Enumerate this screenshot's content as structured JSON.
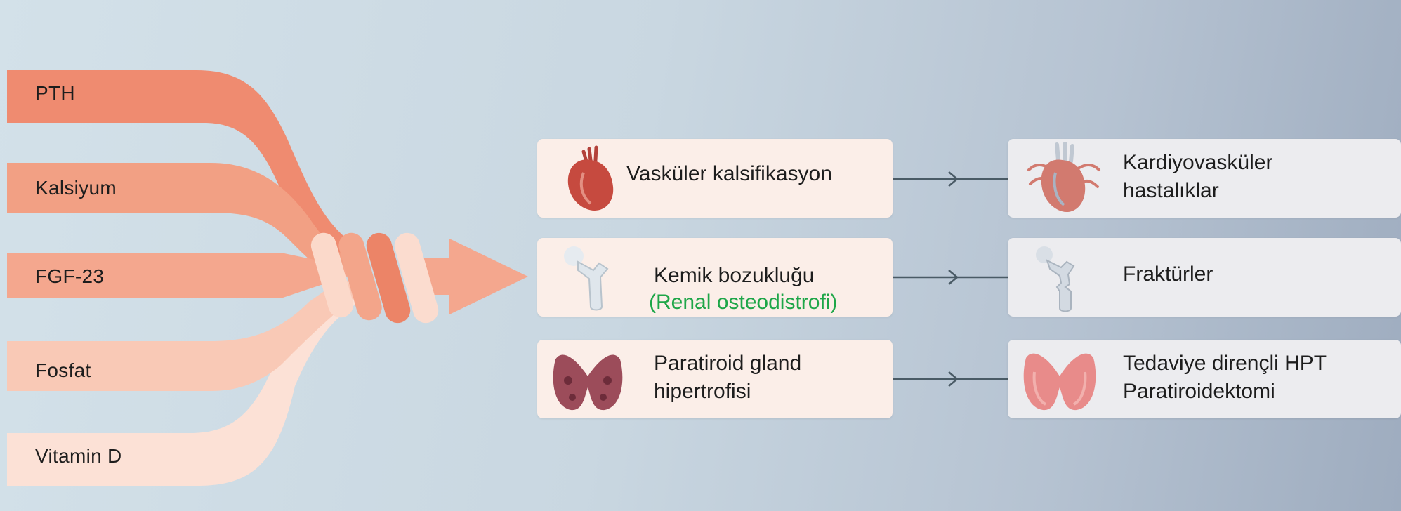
{
  "inputs": [
    {
      "label": "PTH",
      "color": "#ef8b70"
    },
    {
      "label": "Kalsiyum",
      "color": "#f2a084"
    },
    {
      "label": "FGF-23",
      "color": "#f4a78e"
    },
    {
      "label": "Fosfat",
      "color": "#f9c9b6"
    },
    {
      "label": "Vitamin D",
      "color": "#fce1d6"
    }
  ],
  "complications": [
    {
      "line1": "Vasküler kalsifikasyon",
      "line2": "",
      "icon": "heart-icon"
    },
    {
      "line1": "Kemik bozukluğu",
      "line2": "(Renal osteodistrofi)",
      "icon": "femur-bone-icon"
    },
    {
      "line1": "Paratiroid gland",
      "line2": "hipertrofisi",
      "icon": "parathyroid-gland-icon"
    }
  ],
  "outcomes": [
    {
      "line1": "Kardiyovasküler",
      "line2": "hastalıklar",
      "icon": "heart-vessels-icon"
    },
    {
      "line1": "Fraktürler",
      "line2": "",
      "icon": "fractured-bone-icon"
    },
    {
      "line1": "Tedaviye dirençli HPT",
      "line2": "Paratiroidektomi",
      "icon": "thyroid-gland-icon"
    }
  ],
  "colors": {
    "subtitle_green": "#1ea648",
    "arrow": "#4a5b66",
    "left_box": "#fbeee8",
    "right_box": "#ececef"
  }
}
